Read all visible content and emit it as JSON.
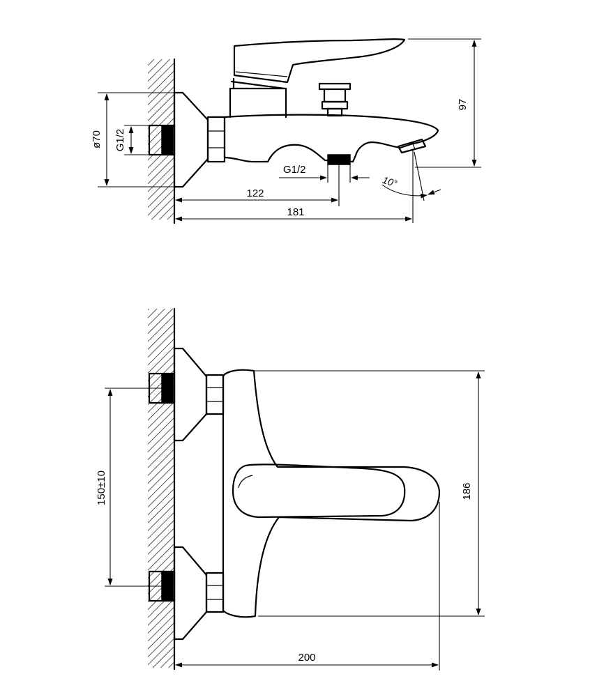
{
  "side_view": {
    "dim_height": "97",
    "dim_diameter": "ø70",
    "dim_thread_wall": "G1/2",
    "dim_thread_outlet": "G1/2",
    "dim_angle": "10°",
    "dim_outlet_offset": "122",
    "dim_total_depth": "181"
  },
  "front_view": {
    "dim_axis_spacing": "150±10",
    "dim_height": "186",
    "dim_width": "200"
  }
}
